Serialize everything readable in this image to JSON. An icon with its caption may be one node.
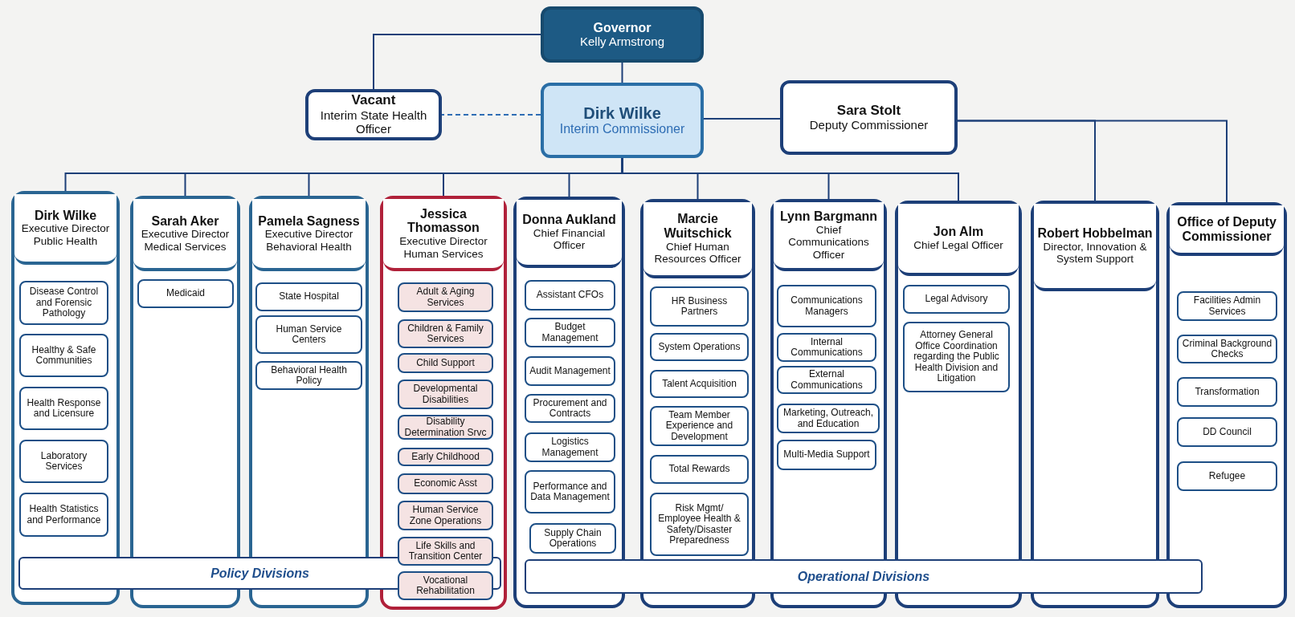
{
  "diagram": {
    "nodes": [
      {
        "text": [
          "Governor",
          "Kelly Armstrong"
        ]
      },
      {
        "text": [
          "Vacant",
          "Interim State Health Officer"
        ]
      },
      {
        "text": [
          "Dirk Wilke",
          "Interim Commissioner"
        ]
      },
      {
        "text": [
          "Sara Stolt",
          "Deputy Commissioner"
        ]
      },
      {
        "text": [
          "Dirk Wilke",
          "Executive Director Public Health"
        ]
      },
      {
        "text": [
          "Disease Control and Forensic Pathology"
        ],
        "in": 4
      },
      {
        "text": [
          "Healthy & Safe Communities"
        ],
        "in": 4
      },
      {
        "text": [
          "Health Response and Licensure"
        ],
        "in": 4
      },
      {
        "text": [
          "Laboratory Services"
        ],
        "in": 4
      },
      {
        "text": [
          "Health Statistics and Performance"
        ],
        "in": 4
      },
      {
        "text": [
          "Sarah Aker",
          "Executive Director Medical Services"
        ]
      },
      {
        "text": [
          "Medicaid"
        ],
        "in": 10
      },
      {
        "text": [
          "Pamela Sagness",
          "Executive Director Behavioral Health"
        ]
      },
      {
        "text": [
          "State Hospital"
        ],
        "in": 12
      },
      {
        "text": [
          "Human Service Centers"
        ],
        "in": 12
      },
      {
        "text": [
          "Behavioral Health Policy"
        ],
        "in": 12
      },
      {
        "text": [
          "Jessica Thomasson",
          "Executive Director Human Services"
        ]
      },
      {
        "text": [
          "Adult & Aging Services"
        ],
        "in": 16
      },
      {
        "text": [
          "Children & Family Services"
        ],
        "in": 16
      },
      {
        "text": [
          "Child Support"
        ],
        "in": 16
      },
      {
        "text": [
          "Developmental Disabilities"
        ],
        "in": 16
      },
      {
        "text": [
          "Disability Determination Srvc"
        ],
        "in": 16
      },
      {
        "text": [
          "Early Childhood"
        ],
        "in": 16
      },
      {
        "text": [
          "Economic Asst"
        ],
        "in": 16
      },
      {
        "text": [
          "Human Service Zone Operations"
        ],
        "in": 16
      },
      {
        "text": [
          "Life Skills and Transition Center"
        ],
        "in": 16
      },
      {
        "text": [
          "Vocational Rehabilitation"
        ],
        "in": 16
      },
      {
        "text": [
          "Donna Aukland",
          "Chief Financial Officer"
        ]
      },
      {
        "text": [
          "Assistant CFOs"
        ],
        "in": 27
      },
      {
        "text": [
          "Budget Management"
        ],
        "in": 27
      },
      {
        "text": [
          "Audit Management"
        ],
        "in": 27
      },
      {
        "text": [
          "Procurement and Contracts"
        ],
        "in": 27
      },
      {
        "text": [
          "Logistics Management"
        ],
        "in": 27
      },
      {
        "text": [
          "Performance and Data Management"
        ],
        "in": 27
      },
      {
        "text": [
          "Supply Chain Operations"
        ],
        "in": 27
      },
      {
        "text": [
          "Marcie Wuitschick",
          "Chief Human Resources Officer"
        ]
      },
      {
        "text": [
          "HR Business Partners"
        ],
        "in": 35
      },
      {
        "text": [
          "System Operations"
        ],
        "in": 35
      },
      {
        "text": [
          "Talent Acquisition"
        ],
        "in": 35
      },
      {
        "text": [
          "Team Member Experience and Development"
        ],
        "in": 35
      },
      {
        "text": [
          "Total Rewards"
        ],
        "in": 35
      },
      {
        "text": [
          "Risk Mgmt/ Employee Health & Safety/Disaster Preparedness"
        ],
        "in": 35
      },
      {
        "text": [
          "Lynn Bargmann",
          "Chief Communications Officer"
        ]
      },
      {
        "text": [
          "Communications Managers"
        ],
        "in": 42
      },
      {
        "text": [
          "Internal Communications"
        ],
        "in": 42
      },
      {
        "text": [
          "External Communications"
        ],
        "in": 42
      },
      {
        "text": [
          "Marketing, Outreach, and Education"
        ],
        "in": 42
      },
      {
        "text": [
          "Multi-Media Support"
        ],
        "in": 42
      },
      {
        "text": [
          "Jon Alm",
          "Chief Legal Officer"
        ]
      },
      {
        "text": [
          "Legal Advisory"
        ],
        "in": 48
      },
      {
        "text": [
          "Attorney General Office Coordination regarding the Public Health Division and Litigation"
        ],
        "in": 48
      },
      {
        "text": [
          "Robert Hobbelman",
          "Director, Innovation & System Support"
        ]
      },
      {
        "text": [
          "Office of Deputy Commissioner"
        ]
      },
      {
        "text": [
          "Facilities Admin Services"
        ],
        "in": 52
      },
      {
        "text": [
          "Criminal Background Checks"
        ],
        "in": 52
      },
      {
        "text": [
          "Transformation"
        ],
        "in": 52
      },
      {
        "text": [
          "DD Council"
        ],
        "in": 52
      },
      {
        "text": [
          "Refugee"
        ],
        "in": 52
      },
      {
        "text": [
          "Policy Divisions"
        ]
      },
      {
        "text": [
          "Operational Divisions"
        ]
      }
    ],
    "edges": [
      {
        "from": 0,
        "to": 1,
        "arrow": "none"
      },
      {
        "from": 0,
        "to": 2,
        "arrow": "none"
      },
      {
        "from": 2,
        "to": 1,
        "arrow": "none",
        "style": "dashed",
        "color": "#2e6db4"
      },
      {
        "from": 2,
        "to": 3,
        "arrow": "none"
      },
      {
        "from": 2,
        "to": 4,
        "arrow": "none"
      },
      {
        "from": 2,
        "to": 10,
        "arrow": "none"
      },
      {
        "from": 2,
        "to": 12,
        "arrow": "none"
      },
      {
        "from": 2,
        "to": 16,
        "arrow": "none"
      },
      {
        "from": 2,
        "to": 27,
        "arrow": "none"
      },
      {
        "from": 2,
        "to": 35,
        "arrow": "none"
      },
      {
        "from": 2,
        "to": 42,
        "arrow": "none"
      },
      {
        "from": 2,
        "to": 48,
        "arrow": "none"
      },
      {
        "from": 3,
        "to": 51,
        "arrow": "none"
      },
      {
        "from": 3,
        "to": 52,
        "arrow": "none"
      }
    ]
  }
}
